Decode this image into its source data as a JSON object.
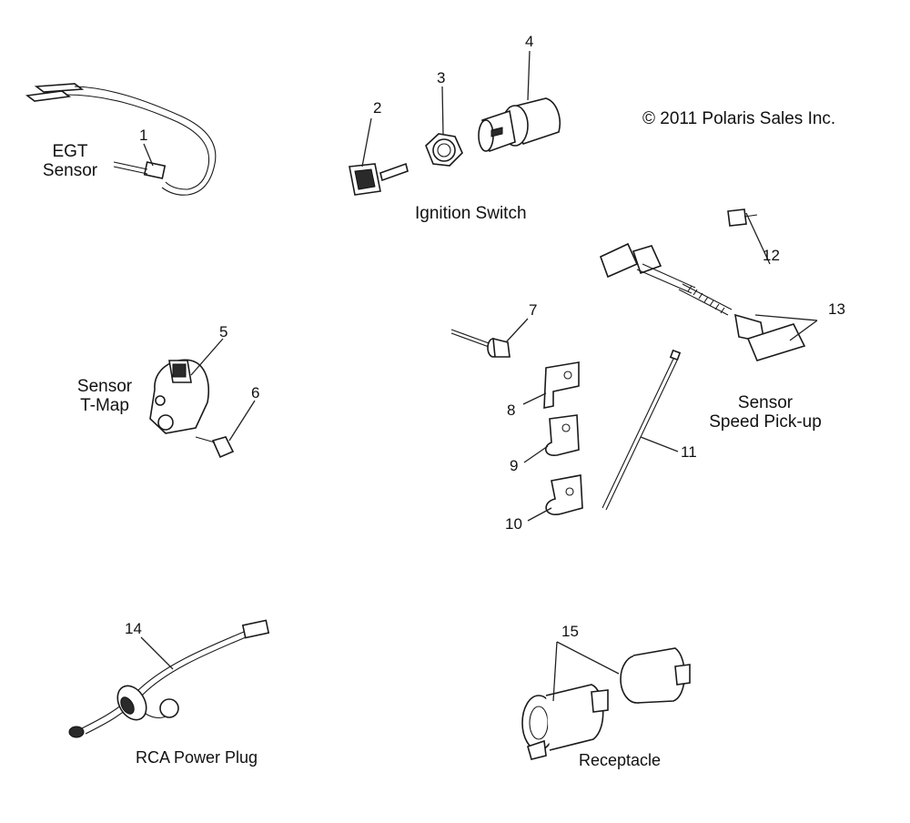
{
  "copyright": "© 2011 Polaris Sales Inc.",
  "captions": {
    "egt_line1": "EGT",
    "egt_line2": "Sensor",
    "ignition": "Ignition Switch",
    "tmap_line1": "Sensor",
    "tmap_line2": "T-Map",
    "speed_line1": "Sensor",
    "speed_line2": "Speed Pick-up",
    "rca": "RCA Power Plug",
    "receptacle": "Receptacle"
  },
  "callouts": {
    "c1": "1",
    "c2": "2",
    "c3": "3",
    "c4": "4",
    "c5": "5",
    "c6": "6",
    "c7": "7",
    "c8": "8",
    "c9": "9",
    "c10": "10",
    "c11": "11",
    "c12": "12",
    "c13": "13",
    "c14": "14",
    "c15": "15"
  }
}
